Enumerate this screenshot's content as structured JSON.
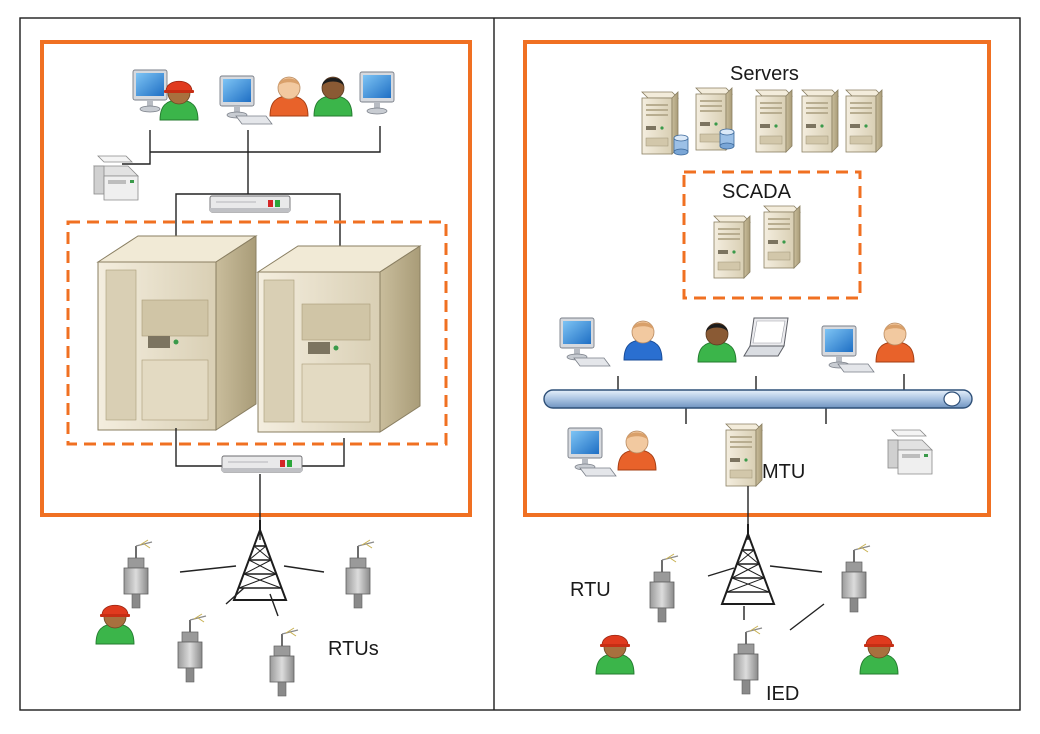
{
  "labels": {
    "servers": "Servers",
    "scada": "SCADA",
    "mtu": "MTU",
    "rtu": "RTU",
    "rtus": "RTUs",
    "ied": "IED"
  },
  "colors": {
    "frame_orange": "#f07022",
    "server_beige": "#e8dfc8",
    "bus_blue": "#b4cce6",
    "monitor_blue": "#2e88d8",
    "user_green": "#3bb54a",
    "user_orange": "#e8622a",
    "user_blue": "#2a6fd0",
    "hardhat_red": "#e03a1e"
  },
  "icons": [
    "desktop-monitor-icon",
    "operator-user-icon",
    "printer-icon",
    "network-switch-icon",
    "tower-server-icon",
    "database-icon",
    "laptop-icon",
    "radio-tower-icon",
    "rtu-antenna-icon",
    "network-bus-icon"
  ]
}
